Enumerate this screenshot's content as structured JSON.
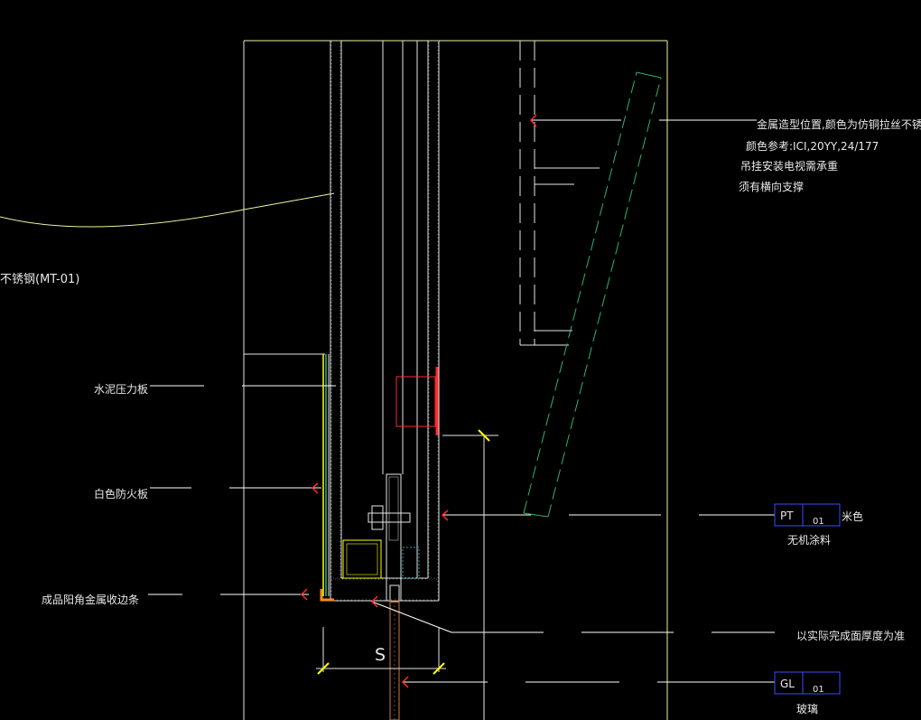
{
  "drawing": {
    "notes": {
      "line1": "金属造型位置,颜色为仿铜拉丝不锈钢(MT",
      "line2": "颜色参考:ICI,20YY,24/177",
      "line3": "吊挂安装电视需承重",
      "line4": "须有横向支撑"
    },
    "left_labels": {
      "stainless": "不锈钢(MT-01)",
      "cement_board": "水泥压力板",
      "fire_board": "白色防火板",
      "trim": "成品阳角金属收边条"
    },
    "right_labels": {
      "finish_note": "以实际完成面厚度为准"
    },
    "tags": {
      "paint": {
        "code": "PT",
        "num": "01",
        "color": "米色",
        "name": "无机涂料"
      },
      "glass": {
        "code": "GL",
        "num": "01",
        "name": "玻璃"
      }
    },
    "dimension": {
      "label": "S"
    },
    "colors": {
      "background": "#000000",
      "outline": "#f0f0a0",
      "wall": "#d8d8d8",
      "leader": "#ffffff",
      "green": "#2db36a",
      "red": "#ff2a2a",
      "orange": "#ff8c1a",
      "yellow": "#ffff00",
      "tag_box": "#3a4cff"
    }
  }
}
